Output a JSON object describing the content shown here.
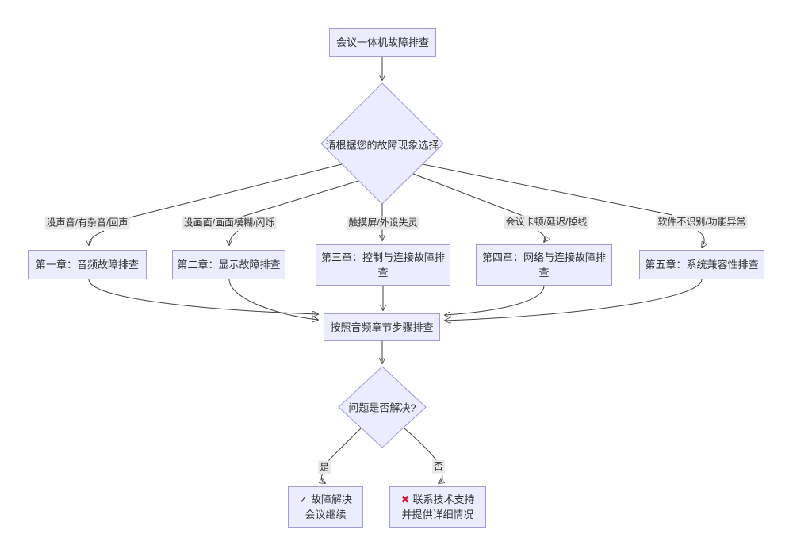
{
  "diagram": {
    "type": "flowchart",
    "colors": {
      "node_fill": "#ECECFF",
      "node_border": "#9370DB",
      "edge_line": "#333333",
      "edge_label_bg": "#e8e8e8",
      "text": "#333333",
      "success_icon": "#333333",
      "error_icon": "#DC143C",
      "background": "#ffffff"
    }
  },
  "nodes": {
    "start": {
      "label": "会议一体机故障排查"
    },
    "decision_symptom": {
      "label": "请根据您的故障现象选择"
    },
    "chapter1": {
      "label": "第一章：音频故障排查"
    },
    "chapter2": {
      "label": "第二章：显示故障排查"
    },
    "chapter3": {
      "label": "第三章：控制与连接故障排查"
    },
    "chapter4": {
      "label": "第四章：网络与连接故障排查"
    },
    "chapter5": {
      "label": "第五章：系统兼容性排查"
    },
    "follow_steps": {
      "label": "按照音频章节步骤排查"
    },
    "decision_resolved": {
      "label": "问题是否解决?"
    },
    "resolved": {
      "icon": "✓",
      "line1": "故障解决",
      "line2": "会议继续"
    },
    "contact_support": {
      "icon": "✖",
      "line1": "联系技术支持",
      "line2": "并提供详细情况"
    }
  },
  "edge_labels": {
    "audio": "没声音/有杂音/回声",
    "display": "没画面/画面模糊/闪烁",
    "touch": "触摸屏/外设失灵",
    "network": "会议卡顿/延迟/掉线",
    "software": "软件不识别/功能异常",
    "yes": "是",
    "no": "否"
  }
}
